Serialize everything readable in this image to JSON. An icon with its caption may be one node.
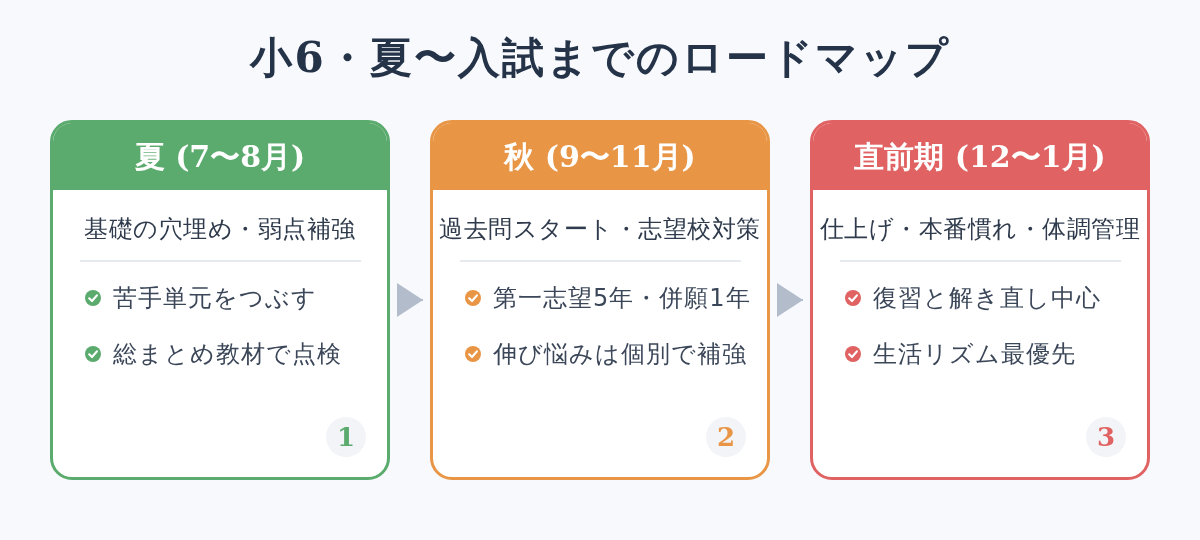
{
  "diagram": {
    "title": "小6・夏〜入試までのロードマップ",
    "nodes": [
      {
        "text": [
          "夏 (7〜8月)",
          "基礎の穴埋め・弱点補強",
          "苦手単元をつぶす",
          "総まとめ教材で点検"
        ]
      },
      {
        "text": [
          "1"
        ],
        "in": 0
      },
      {
        "text": [
          "秋 (9〜11月)",
          "過去問スタート・志望校対策",
          "第一志望5年・併願1年",
          "伸び悩みは個別で補強"
        ]
      },
      {
        "text": [
          "2"
        ],
        "in": 2
      },
      {
        "text": [
          "直前期 (12〜1月)",
          "仕上げ・本番慣れ・体調管理",
          "復習と解き直し中心",
          "生活リズム最優先"
        ]
      },
      {
        "text": [
          "3"
        ],
        "in": 4
      }
    ],
    "edges": [
      {
        "from": 0,
        "to": 2,
        "arrow": "to"
      },
      {
        "from": 2,
        "to": 4,
        "arrow": "to"
      }
    ]
  }
}
